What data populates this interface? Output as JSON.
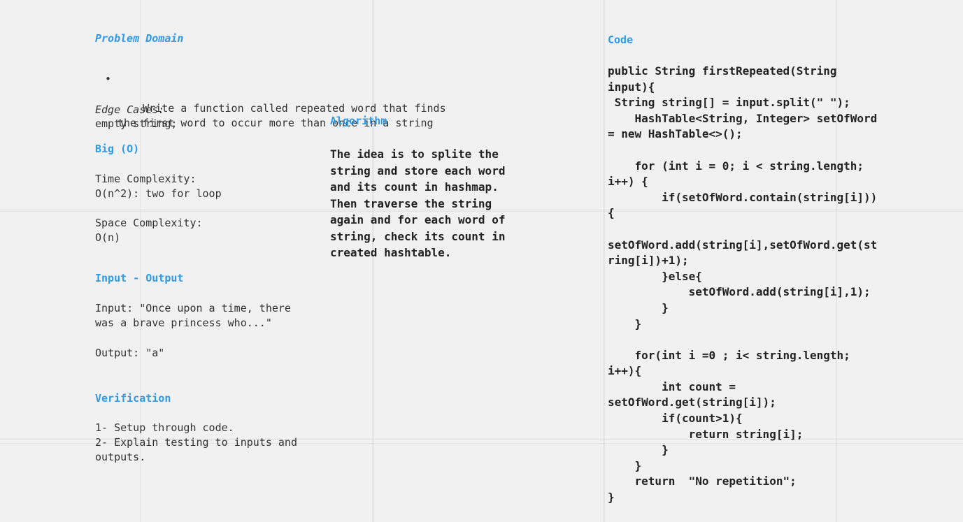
{
  "problem_domain": {
    "heading": "Problem Domain",
    "bullet": "Write a function called repeated word that finds\nthe first word to occur more than once in a string"
  },
  "edge_cases": {
    "label": "Edge Cases:",
    "value": "empty string;"
  },
  "big_o": {
    "heading": "Big (O)",
    "time_label": "Time Complexity:",
    "time_value": "O(n^2): two for loop",
    "space_label": "Space Complexity:",
    "space_value": "O(n)"
  },
  "input_output": {
    "heading": "Input - Output",
    "input": "Input: \"Once upon a time, there\nwas a brave princess who...\"",
    "output": "Output: \"a\""
  },
  "verification": {
    "heading": "Verification",
    "steps": "1- Setup through code.\n2- Explain testing to inputs and\noutputs."
  },
  "algorithm": {
    "heading": "Algorithm",
    "text": "The idea is to splite the\nstring and store each word\nand its count in hashmap.\nThen traverse the string\nagain and for each word of\nstring, check its count in\ncreated hashtable."
  },
  "code": {
    "heading": "Code",
    "source": "public String firstRepeated(String\ninput){\n String string[] = input.split(\" \");\n    HashTable<String, Integer> setOfWord\n= new HashTable<>();\n\n    for (int i = 0; i < string.length;\ni++) {\n        if(setOfWord.contain(string[i]))\n{\n\nsetOfWord.add(string[i],setOfWord.get(st\nring[i])+1);\n        }else{\n            setOfWord.add(string[i],1);\n        }\n    }\n\n    for(int i =0 ; i< string.length;\ni++){\n        int count =\nsetOfWord.get(string[i]);\n        if(count>1){\n            return string[i];\n        }\n    }\n    return  \"No repetition\";\n}"
  }
}
